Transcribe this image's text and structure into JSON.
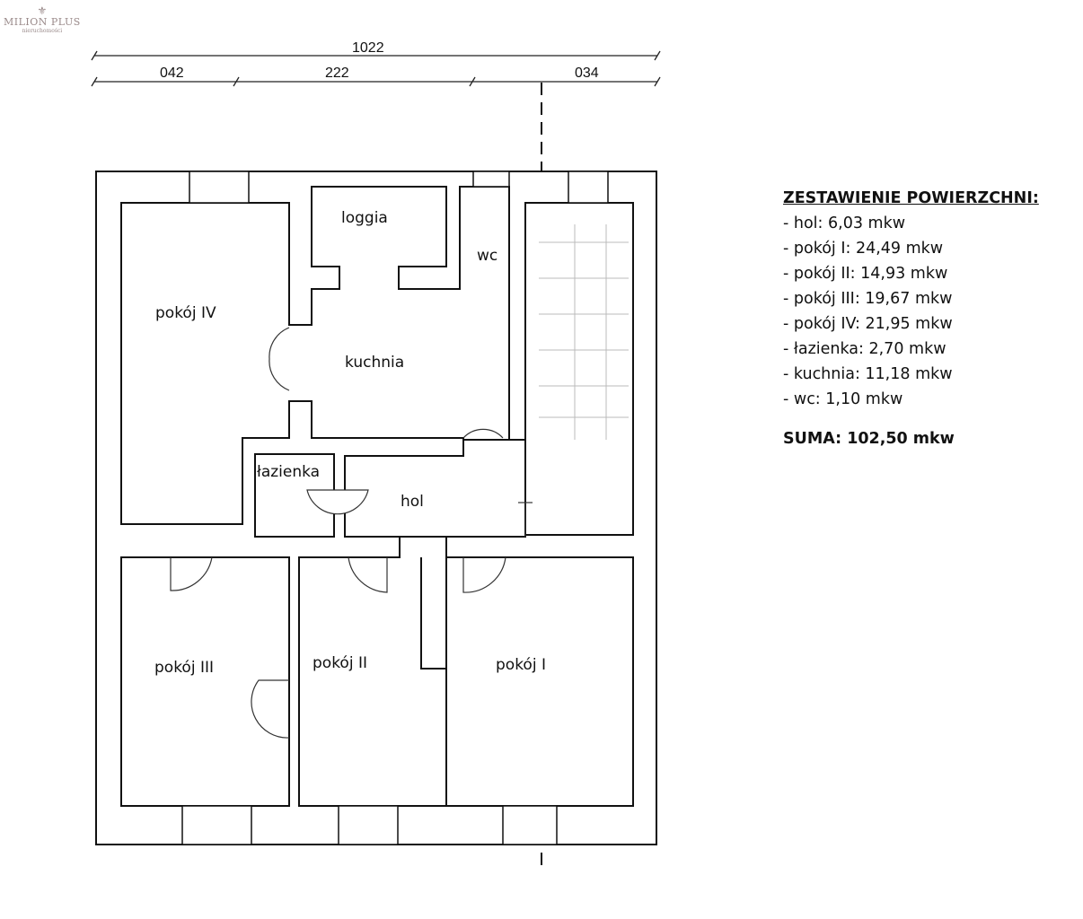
{
  "logo": {
    "name": "MILION PLUS",
    "sub": "nieruchomości"
  },
  "dimensions": {
    "total": "1022",
    "seg1": "042",
    "seg2": "222",
    "seg3": "034"
  },
  "rooms": {
    "loggia": "loggia",
    "wc": "wc",
    "pokoj4": "pokój IV",
    "kuchnia": "kuchnia",
    "lazienka": "łazienka",
    "hol": "hol",
    "pokoj3": "pokój III",
    "pokoj2": "pokój II",
    "pokoj1": "pokój I"
  },
  "legend": {
    "title": "ZESTAWIENIE POWIERZCHNI:",
    "items": [
      "- hol: 6,03 mkw",
      "- pokój I: 24,49 mkw",
      "- pokój II: 14,93 mkw",
      "- pokój III: 19,67 mkw",
      "- pokój IV: 21,95 mkw",
      "- łazienka: 2,70 mkw",
      "- kuchnia: 11,18 mkw",
      "- wc: 1,10 mkw"
    ],
    "sum": "SUMA: 102,50 mkw"
  }
}
